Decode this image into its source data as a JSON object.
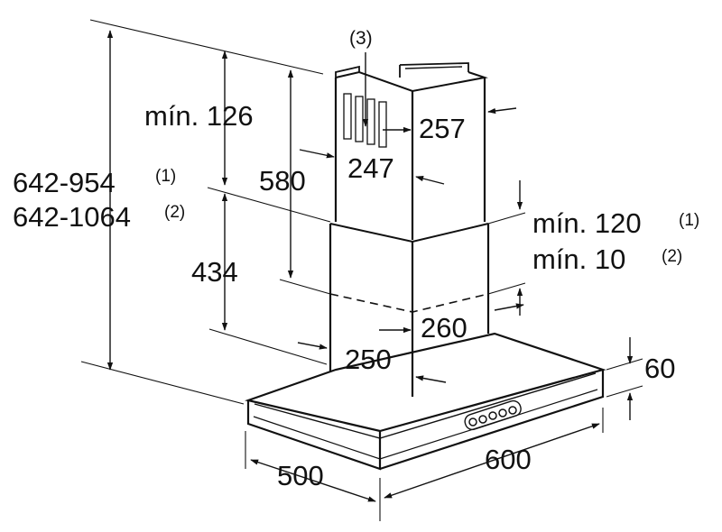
{
  "diagram": {
    "callout_part": "(3)",
    "dims": {
      "total_height_a": "642-954",
      "total_height_a_note": "(1)",
      "total_height_b": "642-1064",
      "total_height_b_note": "(2)",
      "min_top": "mín. 126",
      "upper_height": "580",
      "lower_height": "434",
      "upper_width": "257",
      "upper_depth": "247",
      "gap_a": "mín. 120",
      "gap_a_note": "(1)",
      "gap_b": "mín. 10",
      "gap_b_note": "(2)",
      "lower_width": "260",
      "lower_depth": "250",
      "canopy_height": "60",
      "hood_depth": "500",
      "hood_width": "600"
    },
    "colors": {
      "line": "#111111",
      "background": "#ffffff"
    }
  }
}
